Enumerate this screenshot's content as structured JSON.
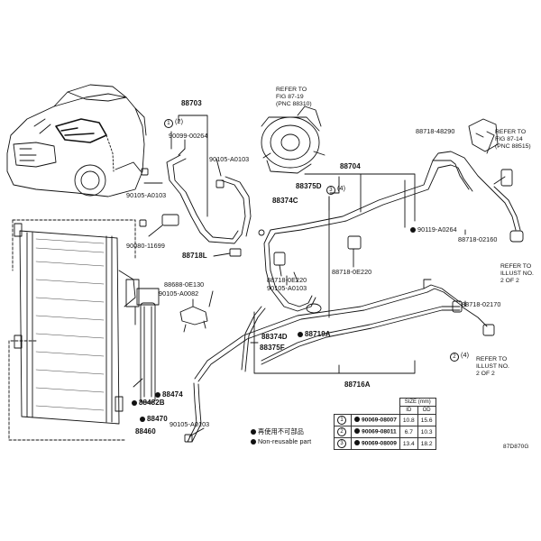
{
  "labels": {
    "p88703": "88703",
    "circ1": "1",
    "p1_2": "(2)",
    "p90099": "90099-00264",
    "p90105a": "90105-A0103",
    "p90105b": "90105-A0103",
    "p90080": "90080-11699",
    "p88718L": "88718L",
    "p88375D": "88375D",
    "p88374C": "88374C",
    "p88704": "88704",
    "circ3": "3",
    "p3_4": "(4)",
    "p90119": "90119-A0264",
    "p88718_0E220a": "88718-0E220",
    "p88718_0E220b": "88718-0E220",
    "p90105c": "90105-A0103",
    "p88719A": "88719A",
    "p88374D": "88374D",
    "p88375F": "88375F",
    "p88716A": "88716A",
    "p88688": "88688-0E130",
    "p90105d": "90105-A0082",
    "p88474": "88474",
    "p88482B": "88482B",
    "p88470": "88470",
    "p88460": "88460",
    "p90105e": "90105-A0103",
    "p88718_48290": "88718-48290",
    "p88718_02160": "88718-02160",
    "p88718_02170": "88718-02170",
    "circ2": "2",
    "p2_4": "(4)",
    "footer_code": "87D870G"
  },
  "refer_compressor": [
    "REFER TO",
    "FIG 87-19",
    "(PNC 88310)"
  ],
  "refer_fig": [
    "REFER TO",
    "FIG 87-14",
    "(PNC 88515)"
  ],
  "refer_illust_a": [
    "REFER TO",
    "ILLUST NO.",
    "2 OF 2"
  ],
  "refer_illust_b": [
    "REFER TO",
    "ILLUST NO.",
    "2 OF 2"
  ],
  "legend": {
    "jp": "再使用不可部品",
    "en": "Non-reusable part"
  },
  "size_table": {
    "title": "SIZE",
    "unit": "(mm)",
    "col_id": "ID",
    "col_od": "OD",
    "rows": [
      {
        "n": "1",
        "part": "90069-08007",
        "id": "10.8",
        "od": "15.6"
      },
      {
        "n": "2",
        "part": "90069-08011",
        "id": "6.7",
        "od": "10.3"
      },
      {
        "n": "3",
        "part": "90069-08009",
        "id": "13.4",
        "od": "18.2"
      }
    ]
  }
}
